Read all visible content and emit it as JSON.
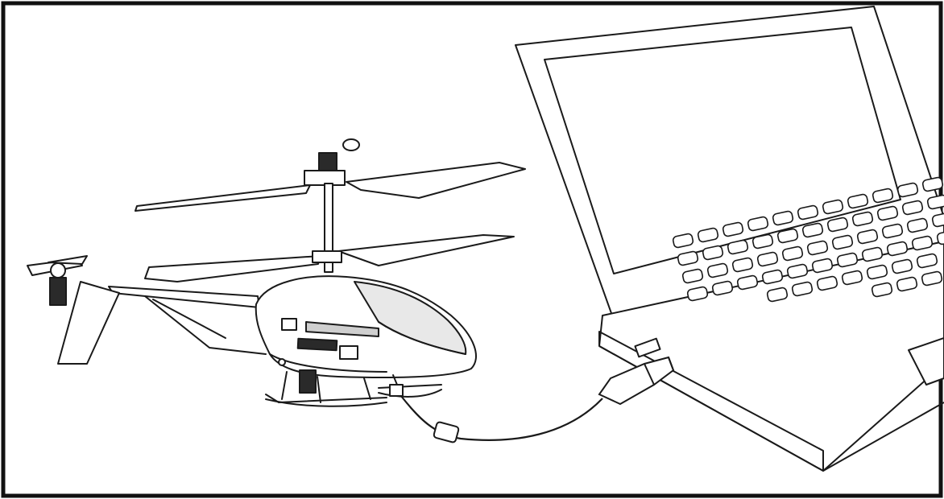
{
  "illustration": {
    "subject": "rc-helicopter-usb-charging",
    "colors": {
      "ink": "#1a1a1a",
      "paper": "#ffffff",
      "shade": "#cfcfcf",
      "border": "#111111"
    },
    "parts": [
      "helicopter",
      "usb-cable",
      "usb-plug",
      "laptop"
    ]
  }
}
